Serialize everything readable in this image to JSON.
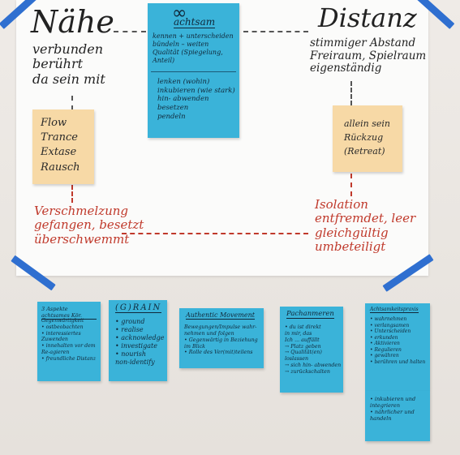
{
  "board": {
    "left_title": "Nähe",
    "right_title": "Distanz",
    "left_words": "verbunden\nberührt\nda sein mit",
    "right_words": "stimmiger Abstand\nFreiraum, Spielraum\neigenständig",
    "left_bottom": "Verschmelzung\ngefangen, besetzt\nüberschwemmt",
    "right_bottom": "Isolation\nentfremdet, leer\ngleichgültig\numbeteiligt"
  },
  "center_note": {
    "title": "achtsam",
    "top_text": "kennen + unterscheiden\nbündeln – weiten\nQualität (Spiegelung, Anteil)",
    "bottom_text": "lenken (wohin)\ninkubieren (wie stark)\nhin- abwenden\nbesetzen\npendeln"
  },
  "yellow_left": "Flow\nTrance\nExtase\nRausch",
  "yellow_right": "allein sein\nRückzug\n(Retreat)",
  "cards": [
    {
      "title": "3 Aspekte achtsames Kör.",
      "text": "Gegenwärtigkeit\n• ostbeobachten\n• interessiertes Zuwenden\n• innehalten vor dem Re-agieren\n• freundliche Distanz"
    },
    {
      "title": "(G)RAIN",
      "text": "• ground\n• realise\n• acknowledge\n• investigate\n• nourish\n  non-identify"
    },
    {
      "title": "Authentic Movement",
      "text": "Bewegungen/Impulse wahr-\nnehmen und folgen\n• Gegenwärtig in Beziehung\n  im Blick\n• Rolle des Ver(mit)teilens"
    },
    {
      "title": "Pachanmeren",
      "text": "• du ist direkt\n  in mir, das\n  Ich ... auffällt\n→ Platz geben\n→ Qualität(en) loslassen\n→ sich hin- abwenden\n→ zurückschalten"
    },
    {
      "title": "Achtsamkeitspraxis",
      "text": "• wahrnehmen\n• verlangsamen\n• Unterscheiden\n• erkunden\n• Aktivieren\n• Regulieren\n• gewähren\n• berühren und halten"
    },
    {
      "title": "",
      "text": "• inkubieren und\n  integrieren\n• nährlicher und\n  handeln"
    }
  ]
}
